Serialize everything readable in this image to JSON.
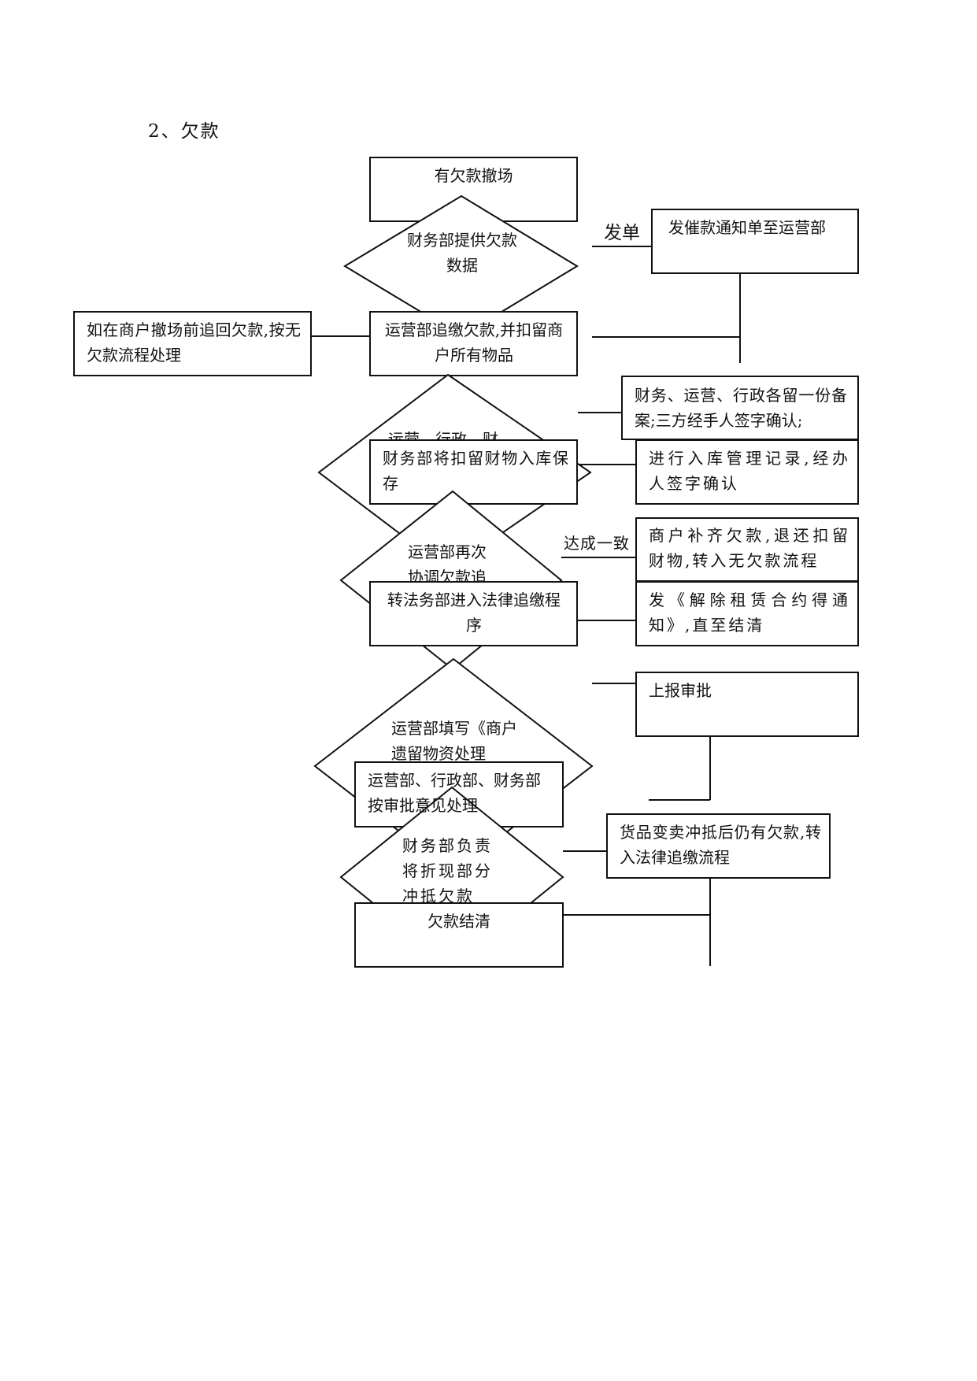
{
  "section_heading": "2、欠款",
  "nodes": {
    "start": "有欠款撤场",
    "finance_data": "财务部提供欠款数据",
    "notice": "发催款通知单至运营部",
    "recover_early": "如在商户撤场前追回欠款,按无欠款流程处理",
    "ops_collect": "运营部追缴欠款,并扣留商户所有物品",
    "three_copies": "财务、运营、行政各留一份备案;三方经手人签字确认;",
    "joint_diamond": "运营、行政、财",
    "storage": "财务部将扣留财物入库保存",
    "storage_record": "进行入库管理记录,经办人签字确认",
    "renegotiate": "运营部再次协调欠款追",
    "settle_return": "商户补齐欠款,退还扣留财物,转入无欠款流程",
    "legal": "转法务部进入法律追缴程序",
    "termination": "发《解除租赁合约得通知》,直至结清",
    "report": "上报审批",
    "fill_form": "运营部填写《商户遗留物资处理",
    "handle_approval": "运营部、行政部、财务部按审批意见处理",
    "finance_offset": "财务部负责将折现部分冲抵欠款",
    "remaining_debt": "货品变卖冲抵后仍有欠款,转入法律追缴流程",
    "end": "欠款结清"
  },
  "edge_labels": {
    "send_notice": "发单",
    "agreement": "达成一致"
  }
}
